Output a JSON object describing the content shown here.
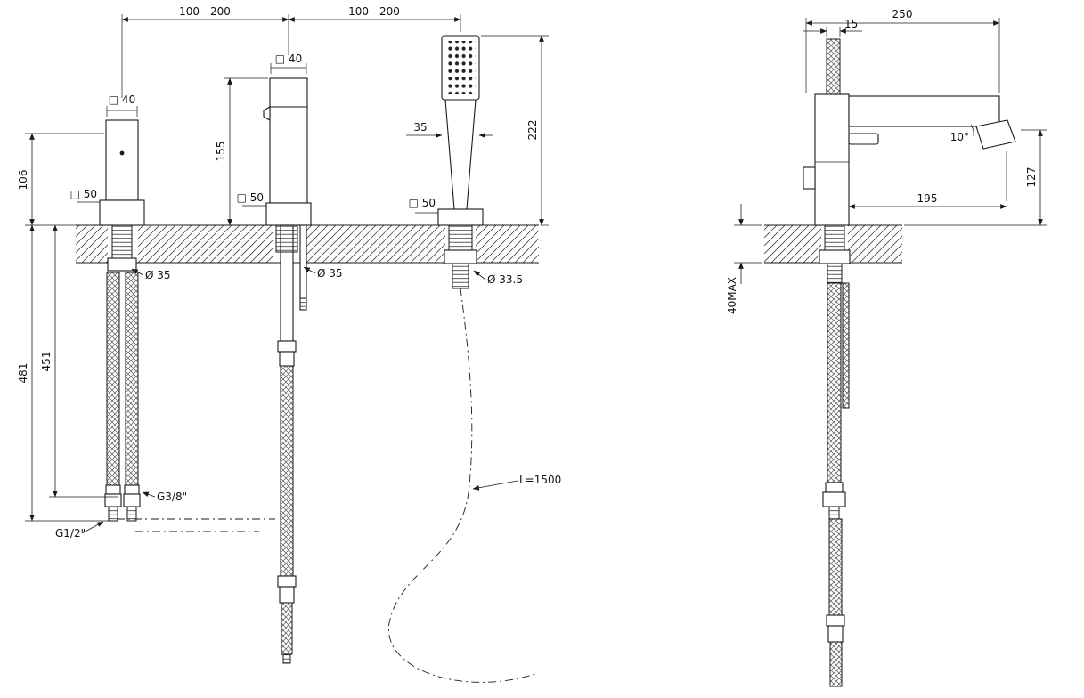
{
  "drawing_type": "bath-mixer-installation-dimensions",
  "front_view": {
    "dims": {
      "spacing_left": "100 - 200",
      "spacing_right": "100 - 200",
      "valve_square": "□ 40",
      "spout_square": "□ 40",
      "valve_height": "106",
      "spout_height": "155",
      "shower_height": "222",
      "shower_head_width": "35",
      "base_valve": "□ 50",
      "base_spout": "□ 50",
      "base_shower": "□ 50",
      "hole_valve": "Ø 35",
      "hole_spout": "Ø 35",
      "hole_shower": "Ø 33.5",
      "hose_drop_outer": "481",
      "hose_drop_inner": "451",
      "thread_hoses": "G3/8\"",
      "thread_supply": "G1/2\"",
      "shower_hose_length": "L=1500"
    }
  },
  "side_view": {
    "dims": {
      "overall_depth": "250",
      "handle_width": "15",
      "spout_angle": "10°",
      "spout_reach": "195",
      "spout_height": "127",
      "deck_thickness": "40MAX"
    }
  },
  "colors": {
    "line": "#1a1a1a",
    "background": "#ffffff"
  }
}
